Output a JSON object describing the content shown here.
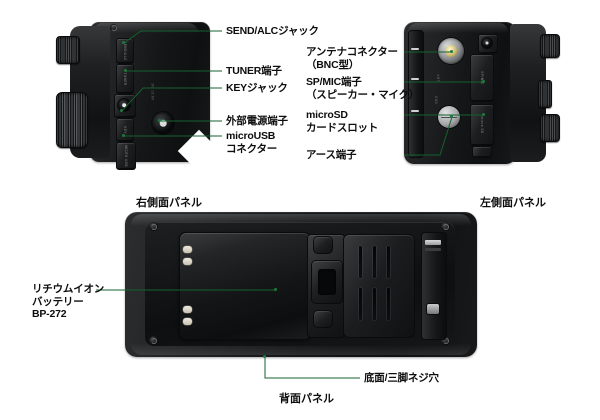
{
  "page": {
    "background": "#ffffff",
    "leader_color": "#15612f",
    "text_color": "#0d0d0d"
  },
  "views": [
    {
      "id": "right-side-panel",
      "caption": "右側面パネル",
      "callouts": [
        {
          "id": "send-alc-jack",
          "label": "SEND/ALCジャック"
        },
        {
          "id": "tuner-terminal",
          "label": "TUNER端子"
        },
        {
          "id": "key-jack",
          "label": "KEYジャック"
        },
        {
          "id": "ext-power",
          "label": "外部電源端子"
        },
        {
          "id": "microusb",
          "label": "microUSB\nコネクター"
        }
      ],
      "silkscreen": [
        "SEND\n/ALC",
        "TUNER",
        "KEY",
        "MICRO\nUSB",
        "DC 13.8V"
      ]
    },
    {
      "id": "left-side-panel",
      "caption": "左側面パネル",
      "callouts": [
        {
          "id": "antenna-connector",
          "label": "アンテナコネクター\n（BNC型）"
        },
        {
          "id": "sp-mic-terminal",
          "label": "SP/MIC端子\n（スピーカー・マイク）"
        },
        {
          "id": "microsd-slot",
          "label": "microSD\nカードスロット"
        },
        {
          "id": "ground-terminal",
          "label": "アース端子"
        }
      ],
      "silkscreen": [
        "SP/MIC",
        "micro SD",
        "ANT",
        "GND"
      ]
    },
    {
      "id": "rear-panel",
      "caption": "背面パネル",
      "callouts": [
        {
          "id": "battery",
          "label": "リチウムイオン\nバッテリー\nBP-272"
        },
        {
          "id": "tripod-hole",
          "label": "底面/三脚ネジ穴"
        }
      ]
    }
  ]
}
